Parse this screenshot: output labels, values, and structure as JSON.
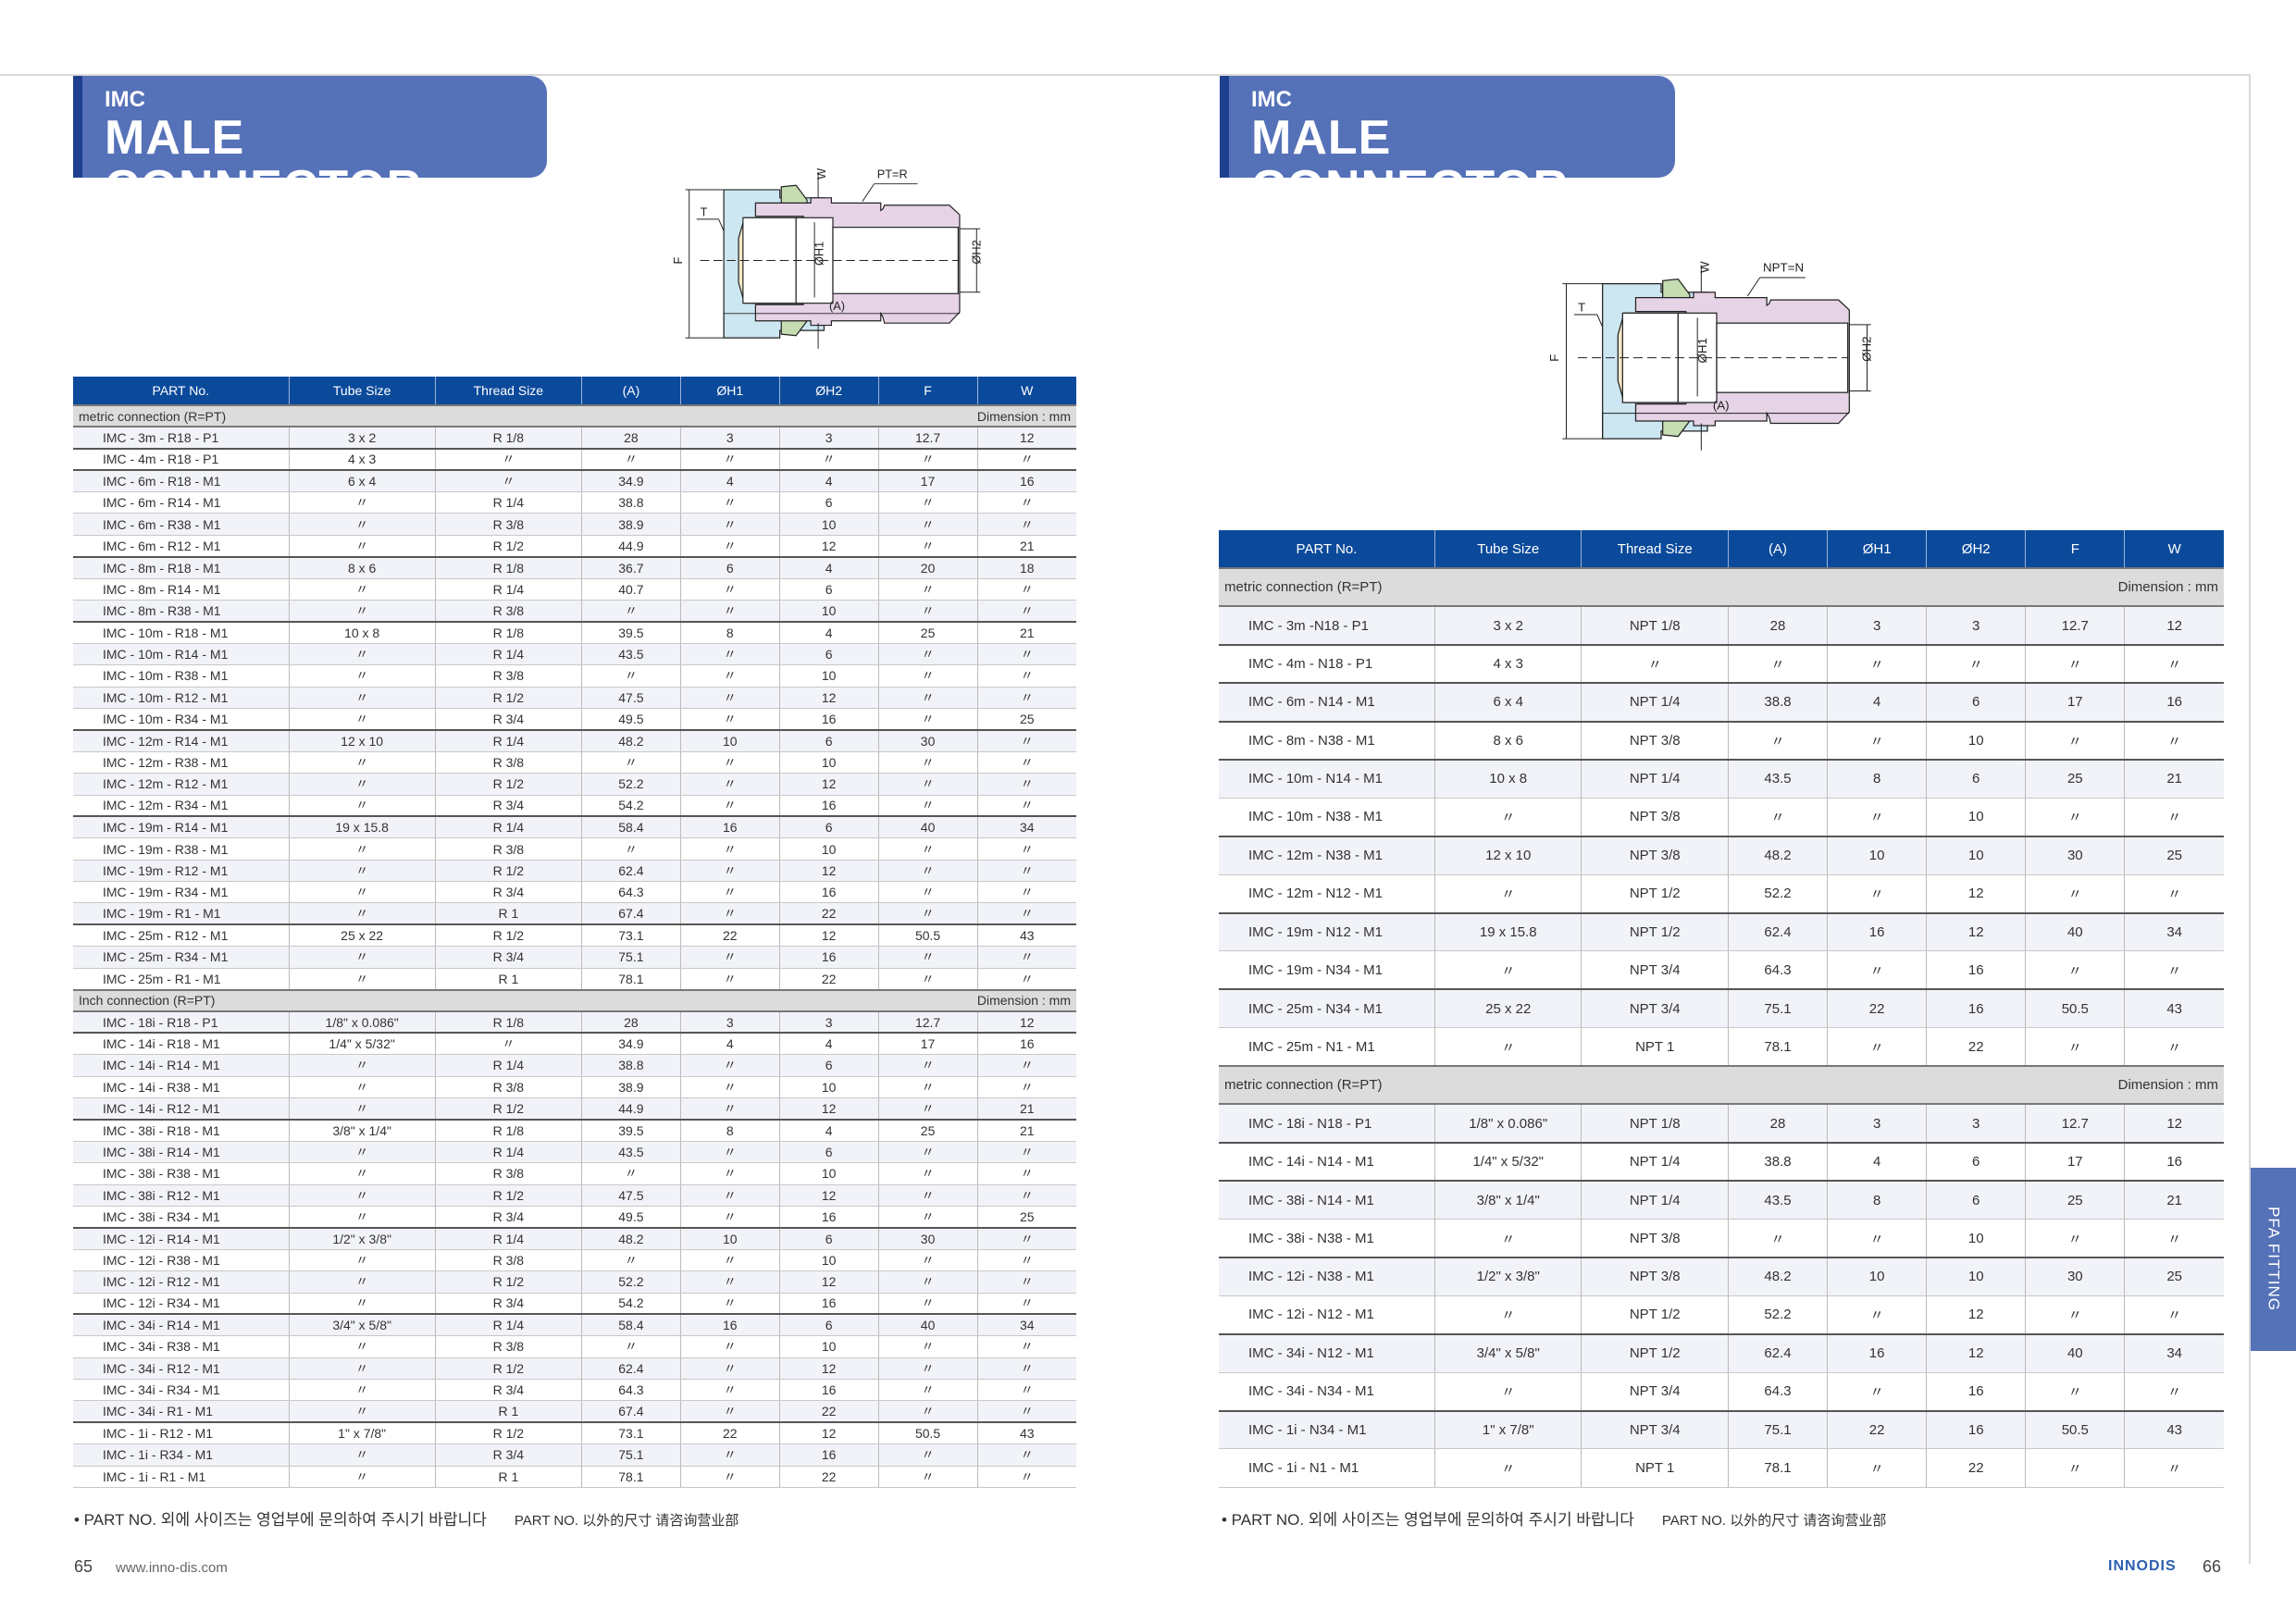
{
  "left_page": {
    "subtitle": "IMC",
    "title": "MALE CONNECTOR",
    "diagram": {
      "thread_label": "PT=R",
      "t": "T",
      "f": "F",
      "w": "W",
      "h1": "ØH1",
      "h2": "ØH2",
      "a": "(A)"
    },
    "columns": [
      "PART No.",
      "Tube Size",
      "Thread Size",
      "(A)",
      "ØH1",
      "ØH2",
      "F",
      "W"
    ],
    "sections": [
      {
        "label": "metric connection (R=PT)",
        "dimension": "Dimension : mm",
        "rows": [
          [
            "IMC - 3m - R18 - P1",
            "3 x 2",
            "R 1/8",
            "28",
            "3",
            "3",
            "12.7",
            "12"
          ],
          [
            "IMC - 4m - R18 - P1",
            "4 x 3",
            "〃",
            "〃",
            "〃",
            "〃",
            "〃",
            "〃"
          ],
          [
            "IMC - 6m - R18 - M1",
            "6 x 4",
            "〃",
            "34.9",
            "4",
            "4",
            "17",
            "16"
          ],
          [
            "IMC - 6m - R14 - M1",
            "〃",
            "R 1/4",
            "38.8",
            "〃",
            "6",
            "〃",
            "〃"
          ],
          [
            "IMC - 6m - R38 - M1",
            "〃",
            "R 3/8",
            "38.9",
            "〃",
            "10",
            "〃",
            "〃"
          ],
          [
            "IMC - 6m - R12 - M1",
            "〃",
            "R 1/2",
            "44.9",
            "〃",
            "12",
            "〃",
            "21"
          ],
          [
            "IMC - 8m - R18 - M1",
            "8 x 6",
            "R 1/8",
            "36.7",
            "6",
            "4",
            "20",
            "18"
          ],
          [
            "IMC - 8m - R14 - M1",
            "〃",
            "R 1/4",
            "40.7",
            "〃",
            "6",
            "〃",
            "〃"
          ],
          [
            "IMC - 8m - R38 - M1",
            "〃",
            "R 3/8",
            "〃",
            "〃",
            "10",
            "〃",
            "〃"
          ],
          [
            "IMC - 10m - R18 - M1",
            "10 x 8",
            "R 1/8",
            "39.5",
            "8",
            "4",
            "25",
            "21"
          ],
          [
            "IMC - 10m - R14 - M1",
            "〃",
            "R 1/4",
            "43.5",
            "〃",
            "6",
            "〃",
            "〃"
          ],
          [
            "IMC - 10m - R38 - M1",
            "〃",
            "R 3/8",
            "〃",
            "〃",
            "10",
            "〃",
            "〃"
          ],
          [
            "IMC - 10m - R12 - M1",
            "〃",
            "R 1/2",
            "47.5",
            "〃",
            "12",
            "〃",
            "〃"
          ],
          [
            "IMC - 10m - R34 - M1",
            "〃",
            "R 3/4",
            "49.5",
            "〃",
            "16",
            "〃",
            "25"
          ],
          [
            "IMC - 12m - R14 - M1",
            "12 x 10",
            "R 1/4",
            "48.2",
            "10",
            "6",
            "30",
            "〃"
          ],
          [
            "IMC - 12m - R38 - M1",
            "〃",
            "R 3/8",
            "〃",
            "〃",
            "10",
            "〃",
            "〃"
          ],
          [
            "IMC - 12m - R12 - M1",
            "〃",
            "R 1/2",
            "52.2",
            "〃",
            "12",
            "〃",
            "〃"
          ],
          [
            "IMC - 12m - R34 - M1",
            "〃",
            "R 3/4",
            "54.2",
            "〃",
            "16",
            "〃",
            "〃"
          ],
          [
            "IMC - 19m - R14 - M1",
            "19 x 15.8",
            "R 1/4",
            "58.4",
            "16",
            "6",
            "40",
            "34"
          ],
          [
            "IMC - 19m - R38 - M1",
            "〃",
            "R 3/8",
            "〃",
            "〃",
            "10",
            "〃",
            "〃"
          ],
          [
            "IMC - 19m - R12 - M1",
            "〃",
            "R 1/2",
            "62.4",
            "〃",
            "12",
            "〃",
            "〃"
          ],
          [
            "IMC - 19m - R34 - M1",
            "〃",
            "R 3/4",
            "64.3",
            "〃",
            "16",
            "〃",
            "〃"
          ],
          [
            "IMC - 19m - R1 - M1",
            "〃",
            "R 1",
            "67.4",
            "〃",
            "22",
            "〃",
            "〃"
          ],
          [
            "IMC - 25m - R12 - M1",
            "25 x 22",
            "R 1/2",
            "73.1",
            "22",
            "12",
            "50.5",
            "43"
          ],
          [
            "IMC - 25m - R34 - M1",
            "〃",
            "R 3/4",
            "75.1",
            "〃",
            "16",
            "〃",
            "〃"
          ],
          [
            "IMC - 25m - R1 - M1",
            "〃",
            "R 1",
            "78.1",
            "〃",
            "22",
            "〃",
            "〃"
          ]
        ]
      },
      {
        "label": "Inch connection (R=PT)",
        "dimension": "Dimension : mm",
        "rows": [
          [
            "IMC - 18i - R18 - P1",
            "1/8\" x 0.086\"",
            "R 1/8",
            "28",
            "3",
            "3",
            "12.7",
            "12"
          ],
          [
            "IMC - 14i - R18 - M1",
            "1/4\" x 5/32\"",
            "〃",
            "34.9",
            "4",
            "4",
            "17",
            "16"
          ],
          [
            "IMC - 14i - R14 - M1",
            "〃",
            "R 1/4",
            "38.8",
            "〃",
            "6",
            "〃",
            "〃"
          ],
          [
            "IMC - 14i - R38 - M1",
            "〃",
            "R 3/8",
            "38.9",
            "〃",
            "10",
            "〃",
            "〃"
          ],
          [
            "IMC - 14i - R12 - M1",
            "〃",
            "R 1/2",
            "44.9",
            "〃",
            "12",
            "〃",
            "21"
          ],
          [
            "IMC - 38i - R18 - M1",
            "3/8\" x 1/4\"",
            "R 1/8",
            "39.5",
            "8",
            "4",
            "25",
            "21"
          ],
          [
            "IMC - 38i - R14 - M1",
            "〃",
            "R 1/4",
            "43.5",
            "〃",
            "6",
            "〃",
            "〃"
          ],
          [
            "IMC - 38i - R38 - M1",
            "〃",
            "R 3/8",
            "〃",
            "〃",
            "10",
            "〃",
            "〃"
          ],
          [
            "IMC - 38i - R12 - M1",
            "〃",
            "R 1/2",
            "47.5",
            "〃",
            "12",
            "〃",
            "〃"
          ],
          [
            "IMC - 38i - R34 - M1",
            "〃",
            "R 3/4",
            "49.5",
            "〃",
            "16",
            "〃",
            "25"
          ],
          [
            "IMC - 12i - R14 - M1",
            "1/2\" x 3/8\"",
            "R 1/4",
            "48.2",
            "10",
            "6",
            "30",
            "〃"
          ],
          [
            "IMC - 12i - R38 - M1",
            "〃",
            "R 3/8",
            "〃",
            "〃",
            "10",
            "〃",
            "〃"
          ],
          [
            "IMC - 12i - R12 - M1",
            "〃",
            "R 1/2",
            "52.2",
            "〃",
            "12",
            "〃",
            "〃"
          ],
          [
            "IMC - 12i - R34 - M1",
            "〃",
            "R 3/4",
            "54.2",
            "〃",
            "16",
            "〃",
            "〃"
          ],
          [
            "IMC - 34i - R14 - M1",
            "3/4\" x 5/8\"",
            "R 1/4",
            "58.4",
            "16",
            "6",
            "40",
            "34"
          ],
          [
            "IMC - 34i - R38 - M1",
            "〃",
            "R 3/8",
            "〃",
            "〃",
            "10",
            "〃",
            "〃"
          ],
          [
            "IMC - 34i - R12 - M1",
            "〃",
            "R 1/2",
            "62.4",
            "〃",
            "12",
            "〃",
            "〃"
          ],
          [
            "IMC - 34i - R34 - M1",
            "〃",
            "R 3/4",
            "64.3",
            "〃",
            "16",
            "〃",
            "〃"
          ],
          [
            "IMC - 34i - R1 - M1",
            "〃",
            "R 1",
            "67.4",
            "〃",
            "22",
            "〃",
            "〃"
          ],
          [
            "IMC - 1i - R12 - M1",
            "1\" x 7/8\"",
            "R 1/2",
            "73.1",
            "22",
            "12",
            "50.5",
            "43"
          ],
          [
            "IMC - 1i - R34 - M1",
            "〃",
            "R 3/4",
            "75.1",
            "〃",
            "16",
            "〃",
            "〃"
          ],
          [
            "IMC - 1i - R1 - M1",
            "〃",
            "R 1",
            "78.1",
            "〃",
            "22",
            "〃",
            "〃"
          ]
        ]
      }
    ],
    "note_ko": "• PART NO. 외에 사이즈는 영업부에 문의하여 주시기 바랍니다",
    "note_cn": "PART NO. 以外的尺寸 请咨询营业部",
    "page_number": "65",
    "url": "www.inno-dis.com"
  },
  "right_page": {
    "subtitle": "IMC",
    "title": "MALE CONNECTOR",
    "diagram": {
      "thread_label": "NPT=N",
      "t": "T",
      "f": "F",
      "w": "W",
      "h1": "ØH1",
      "h2": "ØH2",
      "a": "(A)"
    },
    "columns": [
      "PART No.",
      "Tube Size",
      "Thread Size",
      "(A)",
      "ØH1",
      "ØH2",
      "F",
      "W"
    ],
    "sections": [
      {
        "label": "metric connection (R=PT)",
        "dimension": "Dimension : mm",
        "rows": [
          [
            "IMC - 3m -N18 - P1",
            "3 x 2",
            "NPT 1/8",
            "28",
            "3",
            "3",
            "12.7",
            "12"
          ],
          [
            "IMC - 4m - N18 - P1",
            "4 x 3",
            "〃",
            "〃",
            "〃",
            "〃",
            "〃",
            "〃"
          ],
          [
            "IMC - 6m - N14 - M1",
            "6 x 4",
            "NPT 1/4",
            "38.8",
            "4",
            "6",
            "17",
            "16"
          ],
          [
            "IMC - 8m - N38 - M1",
            "8 x 6",
            "NPT 3/8",
            "〃",
            "〃",
            "10",
            "〃",
            "〃"
          ],
          [
            "IMC - 10m - N14 - M1",
            "10 x 8",
            "NPT 1/4",
            "43.5",
            "8",
            "6",
            "25",
            "21"
          ],
          [
            "IMC - 10m - N38 - M1",
            "〃",
            "NPT 3/8",
            "〃",
            "〃",
            "10",
            "〃",
            "〃"
          ],
          [
            "IMC - 12m - N38 - M1",
            "12 x 10",
            "NPT 3/8",
            "48.2",
            "10",
            "10",
            "30",
            "25"
          ],
          [
            "IMC - 12m - N12 - M1",
            "〃",
            "NPT 1/2",
            "52.2",
            "〃",
            "12",
            "〃",
            "〃"
          ],
          [
            "IMC - 19m - N12 - M1",
            "19 x 15.8",
            "NPT 1/2",
            "62.4",
            "16",
            "12",
            "40",
            "34"
          ],
          [
            "IMC - 19m - N34 - M1",
            "〃",
            "NPT 3/4",
            "64.3",
            "〃",
            "16",
            "〃",
            "〃"
          ],
          [
            "IMC - 25m - N34 - M1",
            "25 x 22",
            "NPT 3/4",
            "75.1",
            "22",
            "16",
            "50.5",
            "43"
          ],
          [
            "IMC - 25m - N1 - M1",
            "〃",
            "NPT 1",
            "78.1",
            "〃",
            "22",
            "〃",
            "〃"
          ]
        ]
      },
      {
        "label": "metric connection (R=PT)",
        "dimension": "Dimension : mm",
        "rows": [
          [
            "IMC - 18i - N18 - P1",
            "1/8\" x 0.086\"",
            "NPT 1/8",
            "28",
            "3",
            "3",
            "12.7",
            "12"
          ],
          [
            "IMC - 14i - N14 - M1",
            "1/4\" x 5/32\"",
            "NPT 1/4",
            "38.8",
            "4",
            "6",
            "17",
            "16"
          ],
          [
            "IMC - 38i - N14 - M1",
            "3/8\" x 1/4\"",
            "NPT 1/4",
            "43.5",
            "8",
            "6",
            "25",
            "21"
          ],
          [
            "IMC - 38i - N38 - M1",
            "〃",
            "NPT 3/8",
            "〃",
            "〃",
            "10",
            "〃",
            "〃"
          ],
          [
            "IMC - 12i - N38 - M1",
            "1/2\" x 3/8\"",
            "NPT 3/8",
            "48.2",
            "10",
            "10",
            "30",
            "25"
          ],
          [
            "IMC - 12i - N12 - M1",
            "〃",
            "NPT 1/2",
            "52.2",
            "〃",
            "12",
            "〃",
            "〃"
          ],
          [
            "IMC - 34i - N12 - M1",
            "3/4\" x 5/8\"",
            "NPT 1/2",
            "62.4",
            "16",
            "12",
            "40",
            "34"
          ],
          [
            "IMC - 34i - N34 - M1",
            "〃",
            "NPT 3/4",
            "64.3",
            "〃",
            "16",
            "〃",
            "〃"
          ],
          [
            "IMC - 1i - N34 - M1",
            "1\" x 7/8\"",
            "NPT 3/4",
            "75.1",
            "22",
            "16",
            "50.5",
            "43"
          ],
          [
            "IMC - 1i - N1 - M1",
            "〃",
            "NPT 1",
            "78.1",
            "〃",
            "22",
            "〃",
            "〃"
          ]
        ]
      }
    ],
    "note_ko": "• PART NO. 외에 사이즈는 영업부에 문의하여 주시기 바랍니다",
    "note_cn": "PART NO. 以外的尺寸 请咨询营业部",
    "page_number": "66",
    "logo": "INNODIS",
    "side_tab": "PFA FITTING"
  },
  "colors": {
    "header_blue": "#0b4a9b",
    "title_blue": "#5571b8"
  }
}
